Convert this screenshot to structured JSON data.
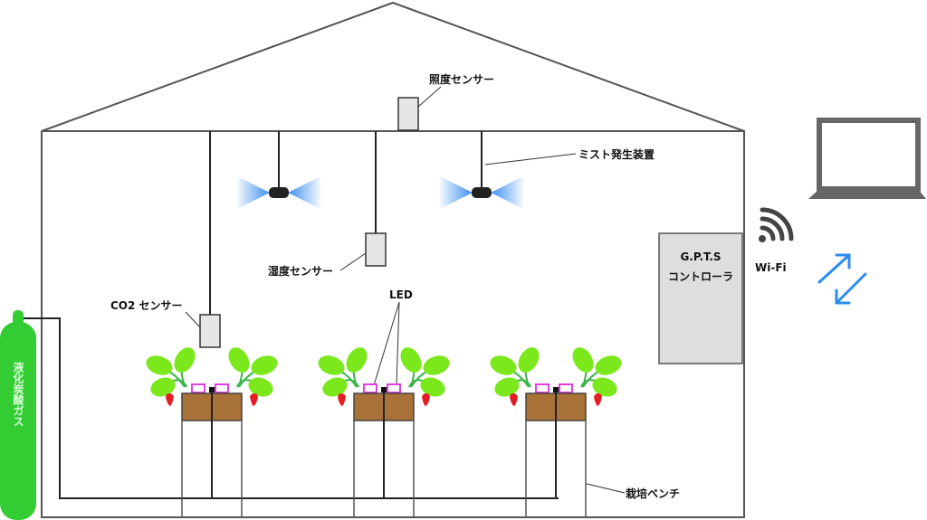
{
  "labels": {
    "light_sensor": "照度センサー",
    "mist_device": "ミスト発生装置",
    "humidity_sensor": "湿度センサー",
    "co2_sensor": "CO2 センサー",
    "led": "LED",
    "bench": "栽培ベンチ",
    "controller_line1": "G.P.T.S",
    "controller_line2": "コントローラ",
    "wifi": "Wi-Fi",
    "gas_cylinder": "液化炭酸ガス"
  },
  "colors": {
    "cylinder": "#33cc33",
    "leaf": "#7be81c",
    "soil": "#a87238",
    "led": "#e040e0",
    "mist": "#3d8ff0",
    "arrows": "#2b8cf0",
    "device": "#666666"
  }
}
